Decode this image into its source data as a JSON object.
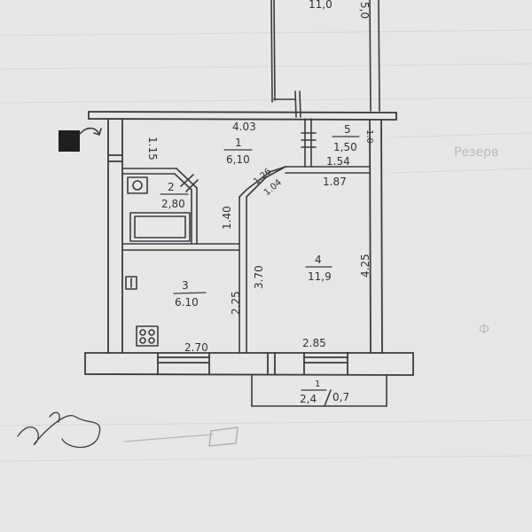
{
  "top_extension": {
    "area": "11,0",
    "side_dim": "5,0"
  },
  "top_wall_dim": "4.03",
  "left_wall_dim": "1.15",
  "rooms": [
    {
      "num": "1",
      "area": "6,10"
    },
    {
      "num": "2",
      "area": "2,80"
    },
    {
      "num": "3",
      "area": "6.10"
    },
    {
      "num": "4",
      "area": "11,9"
    },
    {
      "num": "5",
      "area": "1,50"
    }
  ],
  "dims": {
    "d126": "1.26",
    "d104": "1.04",
    "d154": "1.54",
    "d187": "1.87",
    "d10": "1.0",
    "d140": "1.40",
    "d370": "3.70",
    "d225": "2.25",
    "d425": "4.25",
    "d270": "2.70",
    "d285": "2.85"
  },
  "balcony": {
    "num": "1",
    "width": "2,4",
    "depth": "0,7"
  },
  "bg_text": {
    "line1": "Резерв",
    "line2": "Ф"
  },
  "colors": {
    "paper": "#e9e7e6",
    "ink": "#3a3a40",
    "stamp": "#1f1f1f"
  }
}
